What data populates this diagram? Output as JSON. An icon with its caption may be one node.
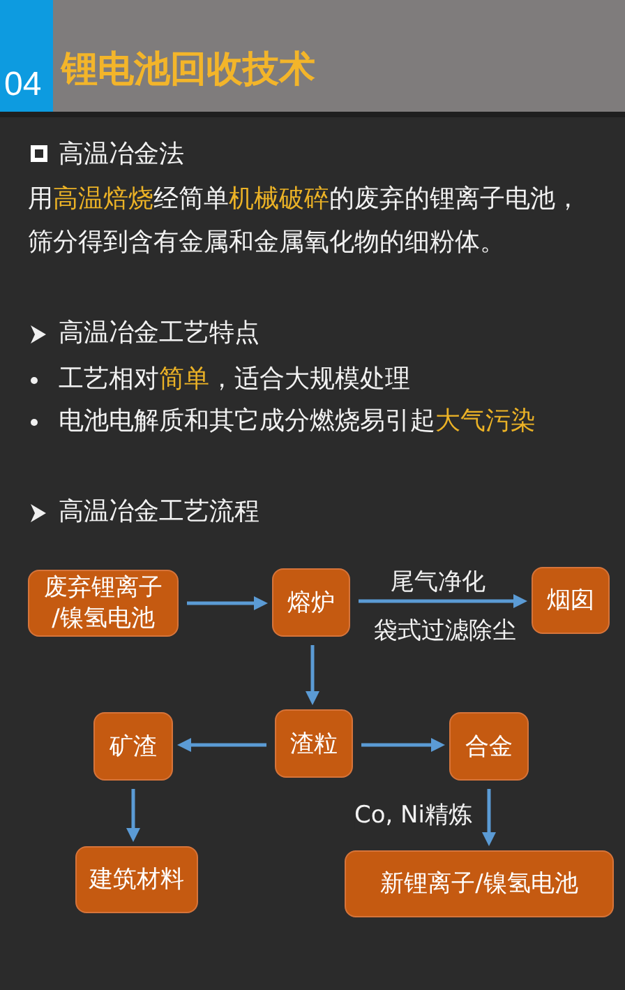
{
  "diagram": {
    "title": "锂电池回收技术",
    "nodes": [
      {
        "text": [
          "废弃锂离子/镍氢电池"
        ]
      },
      {
        "text": [
          "熔炉"
        ]
      },
      {
        "text": [
          "烟囱"
        ]
      },
      {
        "text": [
          "矿渣"
        ]
      },
      {
        "text": [
          "渣粒"
        ]
      },
      {
        "text": [
          "合金"
        ]
      },
      {
        "text": [
          "建筑材料"
        ]
      },
      {
        "text": [
          "新锂离子/镍氢电池"
        ]
      }
    ],
    "edges": [
      {
        "from": 0,
        "to": 1,
        "arrow": "to"
      },
      {
        "from": 1,
        "to": 2,
        "arrow": "to",
        "label": "尾气净化"
      },
      {
        "from": 1,
        "to": 4,
        "arrow": "to"
      },
      {
        "from": 4,
        "to": 3,
        "arrow": "to"
      },
      {
        "from": 4,
        "to": 5,
        "arrow": "to"
      },
      {
        "from": 3,
        "to": 6,
        "arrow": "to"
      },
      {
        "from": 5,
        "to": 7,
        "arrow": "to",
        "label": "Co, Ni精炼"
      }
    ],
    "labels": [
      "04",
      "高温冶金法",
      "用**高温焙烧**经简单**机械破碎**的废弃的锂离子电池，筛分得到含有金属和金属氧化物的细粉体。",
      "高温冶金工艺特点",
      "工艺相对**简单**，适合大规模处理",
      "电池电解质和其它成分燃烧易引起**大气污染**",
      "高温冶金工艺流程",
      "袋式过滤除尘"
    ]
  }
}
